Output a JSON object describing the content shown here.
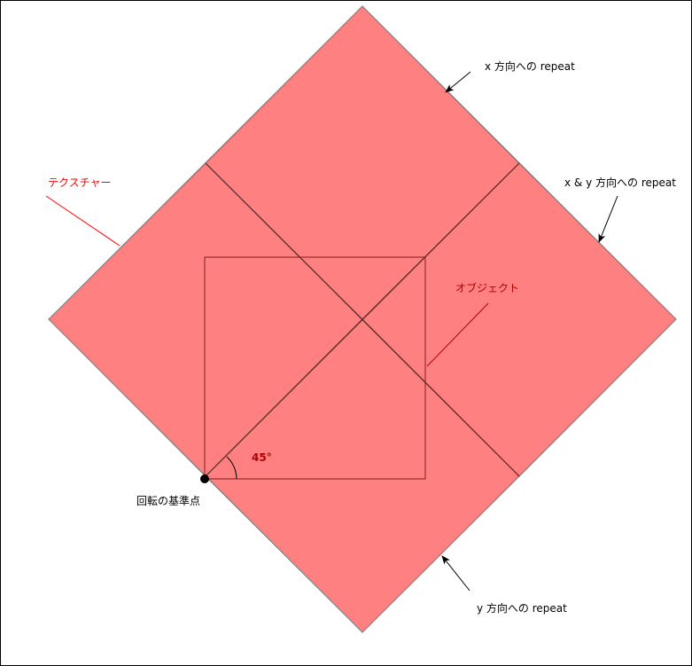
{
  "diagram": {
    "labels": {
      "x_repeat": "x 方向への repeat",
      "xy_repeat": "x & y 方向への repeat",
      "y_repeat": "y 方向への repeat",
      "texture": "テクスチャー",
      "object": "オブジェクト",
      "angle": "45°",
      "pivot": "回転の基準点"
    },
    "colors": {
      "texture_fill": "#ff8080",
      "texture_label": "#ff0000",
      "object_label": "#b20000",
      "angle_label": "#b20000",
      "line": "#000000"
    }
  }
}
